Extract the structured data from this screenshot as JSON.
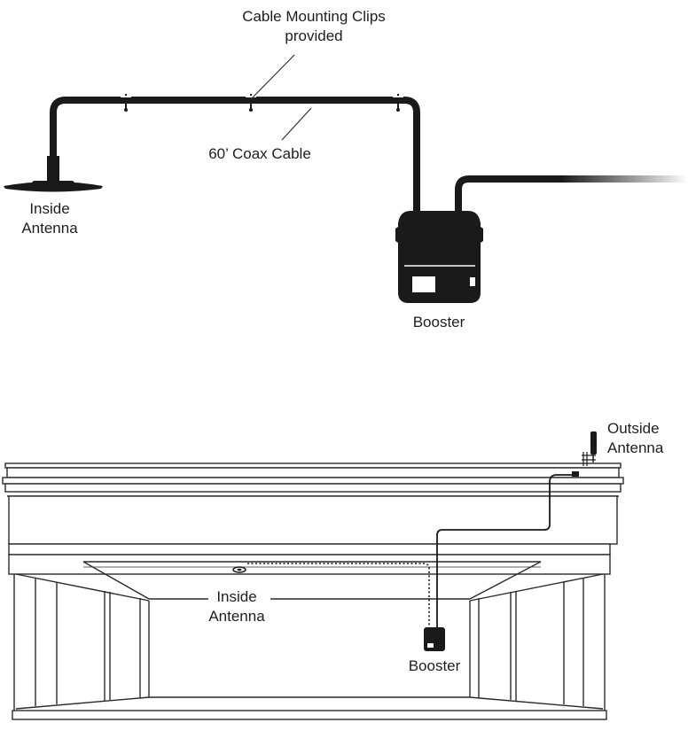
{
  "top_diagram": {
    "clips_label_line1": "Cable Mounting Clips",
    "clips_label_line2": "provided",
    "coax_label": "60’ Coax Cable",
    "inside_antenna_line1": "Inside",
    "inside_antenna_line2": "Antenna",
    "booster_label": "Booster"
  },
  "bottom_diagram": {
    "outside_antenna_line1": "Outside",
    "outside_antenna_line2": "Antenna",
    "inside_antenna_line1": "Inside",
    "inside_antenna_line2": "Antenna",
    "booster_label": "Booster"
  },
  "colors": {
    "cable": "#1a1a1a",
    "outline": "#2a2a2a",
    "background": "#ffffff"
  },
  "icons": [
    "inside-antenna-icon",
    "booster-icon",
    "outside-antenna-icon",
    "cable-clip-icon"
  ]
}
